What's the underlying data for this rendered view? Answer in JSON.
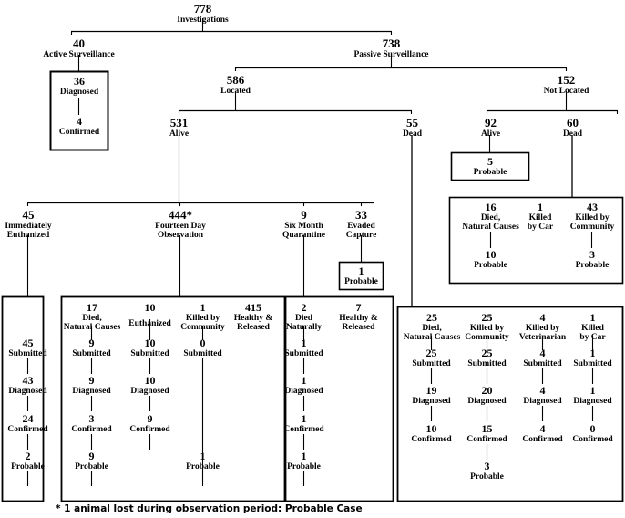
{
  "diagram": {
    "title_node": {
      "value": "778",
      "label": "Investigations"
    },
    "footnote": "* 1 animal lost during observation period: Probable Case",
    "level1": {
      "active": {
        "value": "40",
        "label": "Active Surveillance"
      },
      "passive": {
        "value": "738",
        "label": "Passive Surveillance"
      }
    },
    "active_box": {
      "steps": [
        {
          "value": "36",
          "label": "Diagnosed"
        },
        {
          "value": "4",
          "label": "Confirmed"
        }
      ]
    },
    "level2": {
      "located": {
        "value": "586",
        "label": "Located"
      },
      "not_located": {
        "value": "152",
        "label": "Not Located"
      }
    },
    "level3": {
      "located_alive": {
        "value": "531",
        "label": "Alive"
      },
      "located_dead": {
        "value": "55",
        "label": "Dead"
      },
      "notlocated_alive": {
        "value": "92",
        "label": "Alive"
      },
      "notlocated_dead": {
        "value": "60",
        "label": "Dead"
      }
    },
    "notlocated_alive_box": {
      "steps": [
        {
          "value": "5",
          "label": "Probable"
        }
      ]
    },
    "notlocated_dead_box": {
      "columns": [
        {
          "value": "16",
          "label": "Died,\nNatural Causes",
          "steps": [
            {
              "value": "10",
              "label": "Probable"
            }
          ]
        },
        {
          "value": "1",
          "label": "Killed\nby Car",
          "steps": []
        },
        {
          "value": "43",
          "label": "Killed by\nCommunity",
          "steps": [
            {
              "value": "3",
              "label": "Probable"
            }
          ]
        }
      ]
    },
    "alive_branches": [
      {
        "value": "45",
        "label": "Immediately\nEuthanized"
      },
      {
        "value": "444*",
        "label": "Fourteen Day\nObservation"
      },
      {
        "value": "9",
        "label": "Six Month\nQuarantine"
      },
      {
        "value": "33",
        "label": "Evaded\nCapture"
      }
    ],
    "evaded_box": {
      "steps": [
        {
          "value": "1",
          "label": "Probable"
        }
      ]
    },
    "box_immediately_euthanized": {
      "columns": [
        {
          "value": "",
          "label": "",
          "steps": [
            {
              "value": "45",
              "label": "Submitted"
            },
            {
              "value": "43",
              "label": "Diagnosed"
            },
            {
              "value": "24",
              "label": "Confirmed"
            },
            {
              "value": "2",
              "label": "Probable"
            }
          ]
        }
      ]
    },
    "box_fourteen_day": {
      "columns": [
        {
          "value": "17",
          "label": "Died,\nNatural Causes",
          "steps": [
            {
              "value": "9",
              "label": "Submitted"
            },
            {
              "value": "9",
              "label": "Diagnosed"
            },
            {
              "value": "3",
              "label": "Confirmed"
            },
            {
              "value": "9",
              "label": "Probable"
            }
          ]
        },
        {
          "value": "10",
          "label": "Euthanized",
          "steps": [
            {
              "value": "10",
              "label": "Submitted"
            },
            {
              "value": "10",
              "label": "Diagnosed"
            },
            {
              "value": "9",
              "label": "Confirmed"
            }
          ]
        },
        {
          "value": "1",
          "label": "Killed by\nCommunity",
          "steps": [
            {
              "value": "0",
              "label": "Submitted"
            },
            {
              "value": "1",
              "label": "Probable"
            }
          ]
        },
        {
          "value": "415",
          "label": "Healthy &\nReleased",
          "steps": []
        }
      ]
    },
    "box_six_month": {
      "columns": [
        {
          "value": "2",
          "label": "Died\nNaturally",
          "steps": [
            {
              "value": "1",
              "label": "Submitted"
            },
            {
              "value": "1",
              "label": "Diagnosed"
            },
            {
              "value": "1",
              "label": "Confirmed"
            },
            {
              "value": "1",
              "label": "Probable"
            }
          ]
        },
        {
          "value": "7",
          "label": "Healthy &\nReleased",
          "steps": []
        }
      ]
    },
    "box_located_dead": {
      "columns": [
        {
          "value": "25",
          "label": "Died,\nNatural Causes",
          "steps": [
            {
              "value": "25",
              "label": "Submitted"
            },
            {
              "value": "19",
              "label": "Diagnosed"
            },
            {
              "value": "10",
              "label": "Confirmed"
            }
          ]
        },
        {
          "value": "25",
          "label": "Killed by\nCommunity",
          "steps": [
            {
              "value": "25",
              "label": "Submitted"
            },
            {
              "value": "20",
              "label": "Diagnosed"
            },
            {
              "value": "15",
              "label": "Confirmed"
            },
            {
              "value": "3",
              "label": "Probable"
            }
          ]
        },
        {
          "value": "4",
          "label": "Killed by\nVeterinarian",
          "steps": [
            {
              "value": "4",
              "label": "Submitted"
            },
            {
              "value": "4",
              "label": "Diagnosed"
            },
            {
              "value": "4",
              "label": "Confirmed"
            }
          ]
        },
        {
          "value": "1",
          "label": "Killed\nby Car",
          "steps": [
            {
              "value": "1",
              "label": "Submitted"
            },
            {
              "value": "1",
              "label": "Diagnosed"
            },
            {
              "value": "0",
              "label": "Confirmed"
            }
          ]
        }
      ]
    }
  }
}
